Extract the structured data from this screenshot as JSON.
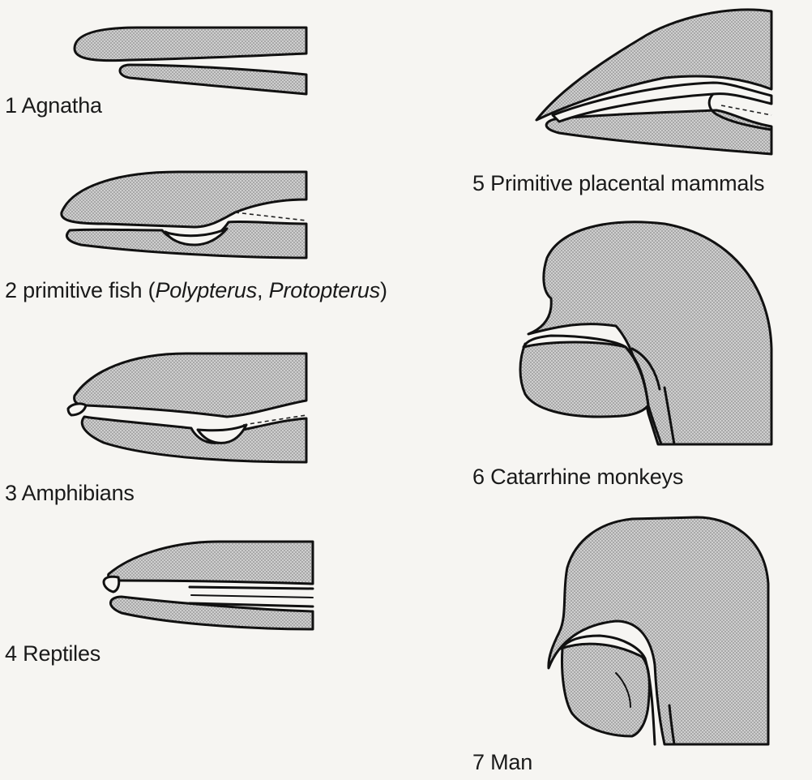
{
  "panels": [
    {
      "id": "agnatha",
      "number": "1",
      "name": "Agnatha"
    },
    {
      "id": "primitive-fish",
      "number": "2",
      "name": "primitive fish (",
      "species": [
        "Polypterus",
        "Protopterus"
      ],
      "species_separator": ", ",
      "name_suffix": ")"
    },
    {
      "id": "amphibians",
      "number": "3",
      "name": "Amphibians"
    },
    {
      "id": "reptiles",
      "number": "4",
      "name": "Reptiles"
    },
    {
      "id": "primitive-placental-mammals",
      "number": "5",
      "name": "Primitive placental mammals"
    },
    {
      "id": "catarrhine-monkeys",
      "number": "6",
      "name": "Catarrhine monkeys"
    },
    {
      "id": "man",
      "number": "7",
      "name": "Man"
    }
  ],
  "colors": {
    "background": "#f6f5f2",
    "stipple": "#9a9a9a",
    "outline": "#111111"
  }
}
